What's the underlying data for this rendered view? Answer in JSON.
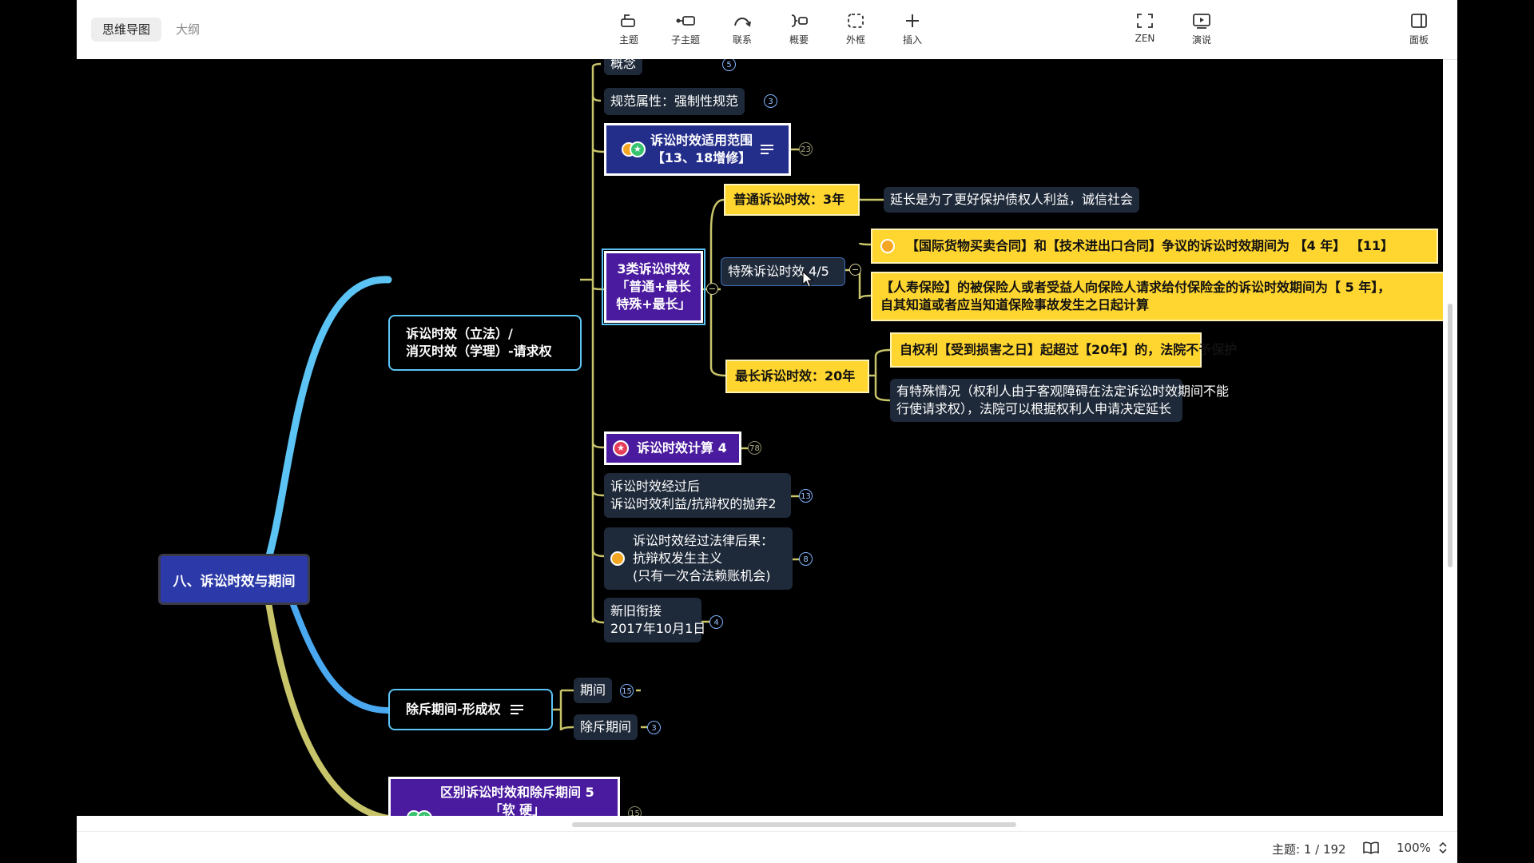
{
  "header": {
    "tabs": [
      {
        "label": "思维导图",
        "active": true
      },
      {
        "label": "大纲",
        "active": false
      }
    ],
    "tools": [
      {
        "label": "主题",
        "icon": "topic-icon"
      },
      {
        "label": "子主题",
        "icon": "subtopic-icon"
      },
      {
        "label": "联系",
        "icon": "relationship-icon"
      },
      {
        "label": "概要",
        "icon": "summary-icon"
      },
      {
        "label": "外框",
        "icon": "boundary-icon"
      },
      {
        "label": "插入",
        "icon": "plus-icon"
      }
    ],
    "right_tools": [
      {
        "label": "ZEN",
        "icon": "fullscreen-icon"
      },
      {
        "label": "演说",
        "icon": "presentation-icon"
      }
    ],
    "panel": {
      "label": "面板",
      "icon": "panel-icon"
    }
  },
  "mindmap": {
    "root": "八、诉讼时效与期间",
    "branch1": {
      "line1": "诉讼时效（立法）/",
      "line2": "消灭时效（学理）-请求权"
    },
    "branch2": "除斥期间-形成权",
    "branch3": {
      "line1": "区别诉讼时效和除斥期间 5",
      "line2": "「软 硬」",
      "badge": "15"
    },
    "b1_children": {
      "concept": {
        "label": "概念",
        "badge": "5"
      },
      "norm": {
        "label": "规范属性：强制性规范",
        "badge": "3"
      },
      "scope": {
        "line1": "诉讼时效适用范围",
        "line2": "【13、18增修】",
        "badge": "23"
      },
      "three": {
        "line1": "3类诉讼时效",
        "line2": "「普通+最长",
        "line3": "特殊+最长」"
      },
      "calc": {
        "label": "诉讼时效计算 4",
        "badge": "78"
      },
      "after": {
        "line1": "诉讼时效经过后",
        "line2": "诉讼时效利益/抗辩权的抛弃2",
        "badge": "13"
      },
      "legal": {
        "line1": "诉讼时效经过法律后果：",
        "line2": "抗辩权发生主义",
        "line3": "(只有一次合法赖账机会)",
        "badge": "8"
      },
      "transition": {
        "line1": "新旧衔接",
        "line2": "2017年10月1日",
        "badge": "4"
      }
    },
    "three_children": {
      "ordinary": "普通诉讼时效：3年",
      "ordinary_note": "延长是为了更好保护债权人利益，诚信社会",
      "special": "特殊诉讼时效 4/5",
      "special_1": "【国际货物买卖合同】和【技术进出口合同】争议的诉讼时效期间为 【4 年】 【11】",
      "special_2_line1": "【人寿保险】的被保险人或者受益人向保险人请求给付保险金的诉讼时效期间为【 5 年】，",
      "special_2_line2": "自其知道或者应当知道保险事故发生之日起计算",
      "longest": "最长诉讼时效：20年",
      "longest_1": "自权利【受到损害之日】起超过【20年】的，法院不予保护",
      "longest_2_line1": "有特殊情况（权利人由于客观障碍在法定诉讼时效期间不能",
      "longest_2_line2": "行使请求权），法院可以根据权利人申请决定延长"
    },
    "b2_children": {
      "period": {
        "label": "期间",
        "badge": "15"
      },
      "exclusion": {
        "label": "除斥期间",
        "badge": "3"
      }
    }
  },
  "status": {
    "topics": "主题: 1 / 192",
    "zoom": "100%"
  },
  "colors": {
    "canvas_bg": "#000000",
    "root_fill": "#2b3aa8",
    "branch_blue": "#5cc4f5",
    "branch_olive": "#c8c46a",
    "yellow_node": "#ffd530",
    "purple_node": "#4a1b9e",
    "navy_node": "#232d8a"
  }
}
